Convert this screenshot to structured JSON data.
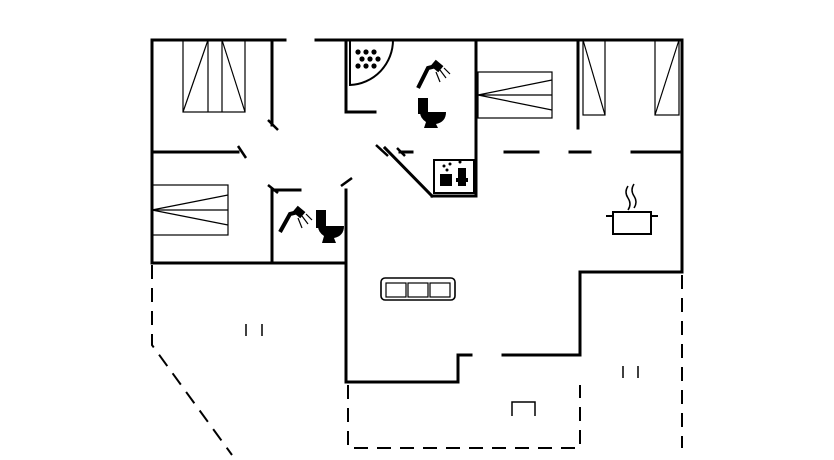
{
  "diagram": {
    "type": "floor-plan",
    "background": "#ffffff",
    "line_color": "#000000",
    "rooms": [
      "bedroom",
      "bedroom",
      "bedroom",
      "bedroom",
      "bathroom",
      "bathroom",
      "sauna",
      "kitchen",
      "living-room"
    ],
    "fixtures": [
      "bed",
      "bed",
      "bed",
      "bed",
      "bed",
      "shower",
      "toilet",
      "shower",
      "toilet",
      "whirlpool",
      "sauna",
      "stove-pot",
      "sofa",
      "terrace-chair",
      "terrace-chair",
      "terrace-chair"
    ]
  }
}
